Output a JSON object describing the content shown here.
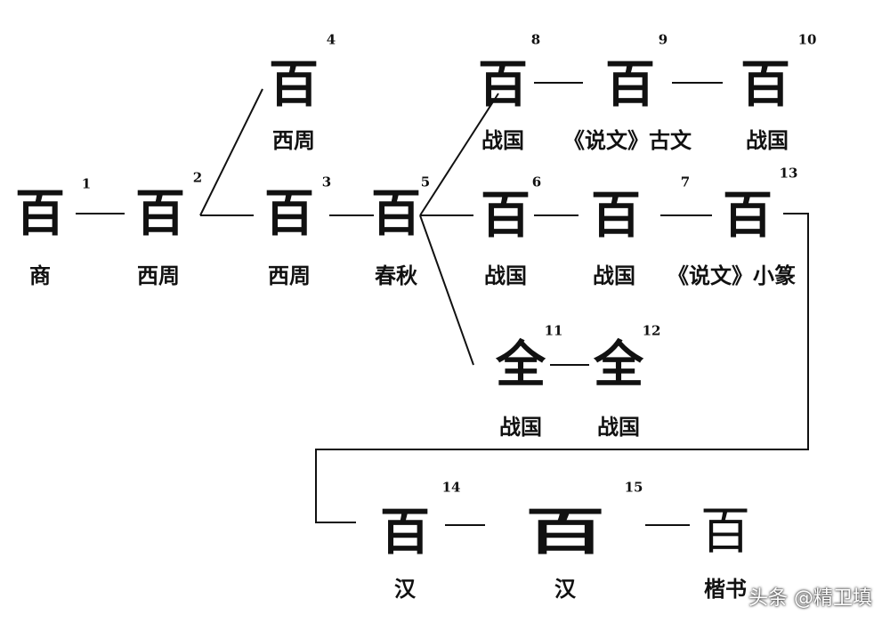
{
  "nodes": [
    {
      "id": "1",
      "glyph": "百",
      "label": "商"
    },
    {
      "id": "2",
      "glyph": "百",
      "label": "西周"
    },
    {
      "id": "3",
      "glyph": "百",
      "label": "西周"
    },
    {
      "id": "4",
      "glyph": "百",
      "label": "西周"
    },
    {
      "id": "5",
      "glyph": "百",
      "label": "春秋"
    },
    {
      "id": "6",
      "glyph": "百",
      "label": "战国"
    },
    {
      "id": "7",
      "glyph": "百",
      "label": "战国"
    },
    {
      "id": "8",
      "glyph": "百",
      "label": "战国"
    },
    {
      "id": "9",
      "glyph": "百",
      "label": "《说文》古文"
    },
    {
      "id": "10",
      "glyph": "百",
      "label": "战国"
    },
    {
      "id": "11",
      "glyph": "全",
      "label": "战国"
    },
    {
      "id": "12",
      "glyph": "全",
      "label": "战国"
    },
    {
      "id": "13",
      "glyph": "百",
      "label": "《说文》小篆"
    },
    {
      "id": "14",
      "glyph": "百",
      "label": "汉"
    },
    {
      "id": "15",
      "glyph": "百",
      "label": "汉"
    },
    {
      "id": "16",
      "glyph": "百",
      "label": "楷书"
    }
  ],
  "watermark": "头条 @精卫填"
}
